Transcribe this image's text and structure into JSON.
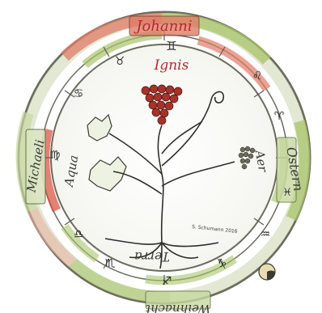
{
  "labels": {
    "top": "Johanni",
    "right": "Ostern",
    "bottom": "Weihnacht",
    "left": "Michaeli"
  },
  "elements": {
    "fire": "Ignis",
    "air": "Aer",
    "water": "Aqua",
    "earth": "Terra"
  },
  "signature": "S. Schumann 2016",
  "zodiac": {
    "top": "♊",
    "s1": "♉",
    "s2": "♋",
    "s3": "♌",
    "s4": "♈",
    "s5": "♓",
    "s6": "♒",
    "s7": "♑",
    "s8": "♐",
    "s9": "♏",
    "s10": "♎",
    "s11": "♍"
  },
  "colors": {
    "red": "#d94b3b",
    "green": "#a9c46a",
    "ink": "#2b2b2b"
  }
}
